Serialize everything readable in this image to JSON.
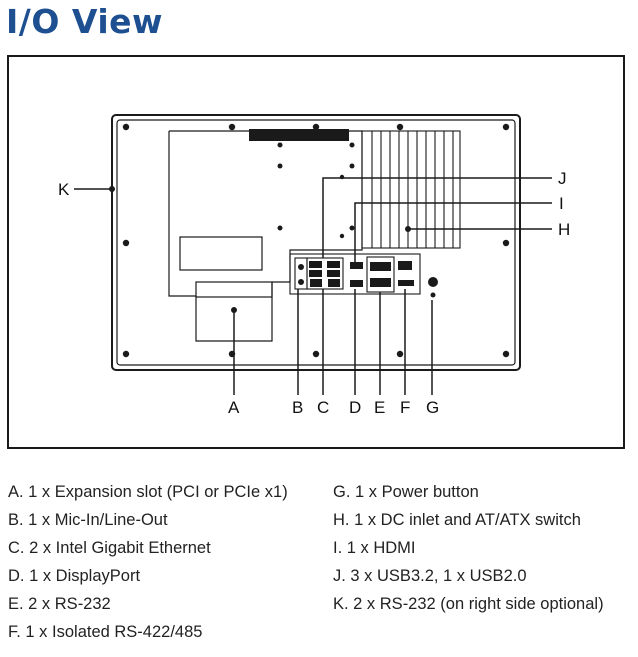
{
  "title": "I/O View",
  "callouts": {
    "A": "A",
    "B": "B",
    "C": "C",
    "D": "D",
    "E": "E",
    "F": "F",
    "G": "G",
    "H": "H",
    "I": "I",
    "J": "J",
    "K": "K"
  },
  "legend": {
    "left": [
      "A.  1 x Expansion slot (PCI or PCIe x1)",
      "B.  1 x Mic-In/Line-Out",
      "C.  2 x Intel Gigabit Ethernet",
      "D.  1 x DisplayPort",
      "E.  2 x RS-232",
      "F.  1 x Isolated RS-422/485"
    ],
    "right": [
      "G.  1 x Power button",
      "H.  1 x DC inlet and AT/ATX switch",
      "I.   1 x HDMI",
      "J.  3 x USB3.2, 1 x USB2.0",
      "K.  2 x RS-232 (on right side optional)"
    ]
  },
  "colors": {
    "title": "#1d4f91",
    "line": "#1a1a1a"
  }
}
